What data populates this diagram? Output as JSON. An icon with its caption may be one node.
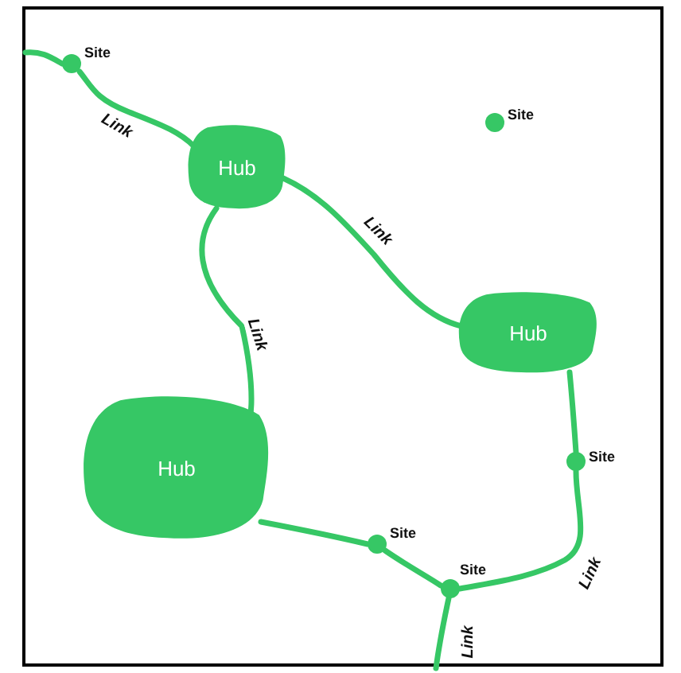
{
  "diagram": {
    "nodes": [
      {
        "text": [
          "Site"
        ]
      },
      {
        "text": [
          "Hub"
        ]
      },
      {
        "text": [
          "Site"
        ]
      },
      {
        "text": [
          "Hub"
        ]
      },
      {
        "text": [
          "Hub"
        ]
      },
      {
        "text": [
          "Site"
        ]
      },
      {
        "text": [
          "Site"
        ]
      },
      {
        "text": [
          "Site"
        ]
      }
    ],
    "edges": [
      {
        "from": null,
        "to": 0,
        "arrow": "none"
      },
      {
        "from": 0,
        "to": 1,
        "arrow": "none",
        "label": "Link"
      },
      {
        "from": 1,
        "to": 3,
        "arrow": "none",
        "label": "Link"
      },
      {
        "from": 1,
        "to": 4,
        "arrow": "none",
        "label": "Link"
      },
      {
        "from": 3,
        "to": 5,
        "arrow": "none"
      },
      {
        "from": 5,
        "to": 7,
        "arrow": "none",
        "label": "Link"
      },
      {
        "from": 4,
        "to": 6,
        "arrow": "none"
      },
      {
        "from": 6,
        "to": 7,
        "arrow": "none"
      },
      {
        "from": 7,
        "to": null,
        "arrow": "none",
        "label": "Link"
      }
    ]
  }
}
